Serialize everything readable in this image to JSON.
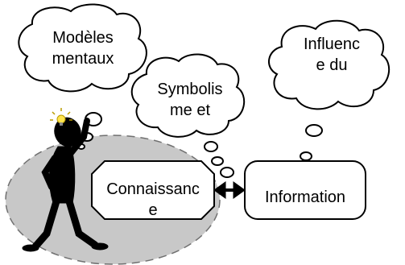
{
  "clouds": {
    "modeles": {
      "line1": "Modèles",
      "line2": "mentaux"
    },
    "symbolisme": {
      "line1": "Symbolis",
      "line2": "me et"
    },
    "influence": {
      "line1": "Influenc",
      "line2": "e du"
    }
  },
  "boxes": {
    "connaissance": {
      "line1": "Connaissanc",
      "line2": "e"
    },
    "information": {
      "label": "Information"
    }
  },
  "colors": {
    "ellipse_fill": "#c8c8c8",
    "ellipse_stroke": "#707070",
    "stroke": "#000000",
    "bulb": "#ffe44d"
  }
}
